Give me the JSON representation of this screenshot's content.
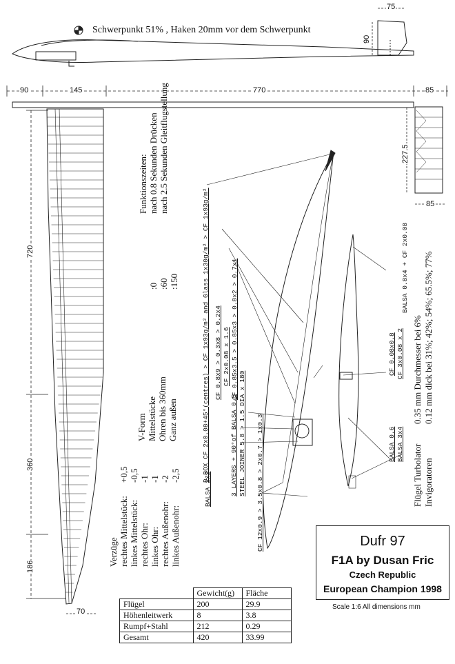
{
  "header": {
    "cg_note": "Schwerpunkt 51% , Haken 20mm vor dem Schwerpunkt"
  },
  "dimensions": {
    "stab_chord": "75",
    "fin_height": "90",
    "top_nose": "90",
    "top_center": "145",
    "top_wing": "770",
    "top_stab": "85",
    "stab_span": "227.5",
    "stab_chord_bottom": "85",
    "panel_mid": "720",
    "panel_ear": "360",
    "panel_tip": "186",
    "tip_chord": "70"
  },
  "function_times": {
    "title": "Funktionszeiten:",
    "rows": [
      {
        "time": ":0",
        "text": "nach 0.8 Sekunden Drücken"
      },
      {
        "time": ":60",
        "text": "nach 2.5 Sekunden Gleitflugstellung"
      },
      {
        "time": ":150",
        "text": ""
      }
    ]
  },
  "vform": {
    "rows": [
      "V-Form",
      "Mittelstücke",
      "Ohren bis 360mm",
      "Ganz außen"
    ]
  },
  "warps": {
    "title": "Verzüge",
    "rows": [
      {
        "label": "rechtes Mittelstück:",
        "value": "+0,5"
      },
      {
        "label": "linkes  Mittelstück:",
        "value": "-0,5"
      },
      {
        "label": "rechtes Ohr:",
        "value": "-1"
      },
      {
        "label": "linkes Ohr:",
        "value": "-1"
      },
      {
        "label": "rechtes Außenohr:",
        "value": "-2"
      },
      {
        "label": "linkes Außenohr:",
        "value": "-2,5"
      }
    ]
  },
  "structure": {
    "spar_top": "D-BOX CF 2x0.08+45°(centres) > CF 1x93g/m² and Glass 1x30g/m² > CF 1x93g/m²",
    "spar_lines": [
      "CF 0.8x9 > 0.3x8 > 0.2x4",
      "CF 2x0.08 x 1.6",
      "CF 0.85x3.5 > 0.85x3 > 0.8x2 > 0.7x1"
    ],
    "balsa_2x2": "BALSA 2x2",
    "layers": "3 LAYERS + 90°of BALSA 0.5",
    "joiner": "STEEL JOINER 5.8 > 1.5 DIA x 180",
    "bottom_cf": "CF 12x0.9 > 3.5x0.8 > 2x0.7 > 1x0.3",
    "stab_cf1": "CF 0.08x0.8",
    "stab_cf2": "CF 3x0.08 x 2",
    "stab_balsa1": "BALSA 0.6",
    "stab_balsa2": "BALSA 3x4",
    "stab_balsa_top": "BALSA 0.8x4 + CF 2x0.08"
  },
  "turbulator": {
    "row1_label": "Flügel Turbolator",
    "row1_value": "0.35 mm Durchmesser bei 6%",
    "row2_label": "Invigoratoren",
    "row2_value": "0.12 mm dick bei 31%; 42%; 54%;  65.5%; 77%"
  },
  "title_block": {
    "name": "Dufr 97",
    "subtitle": "F1A by Dusan Fric",
    "country": "Czech Republic",
    "award": "European Champion 1998"
  },
  "scale_note": "Scale 1:6  All dimensions mm",
  "weights_table": {
    "headers": [
      "",
      "Gewicht(g)",
      "Fläche"
    ],
    "rows": [
      [
        "Flügel",
        "200",
        "29.9"
      ],
      [
        "Höhenleitwerk",
        "8",
        "3.8"
      ],
      [
        "Rumpf+Stahl",
        "212",
        "0.29"
      ],
      [
        "Gesamt",
        "420",
        "33.99"
      ]
    ]
  }
}
